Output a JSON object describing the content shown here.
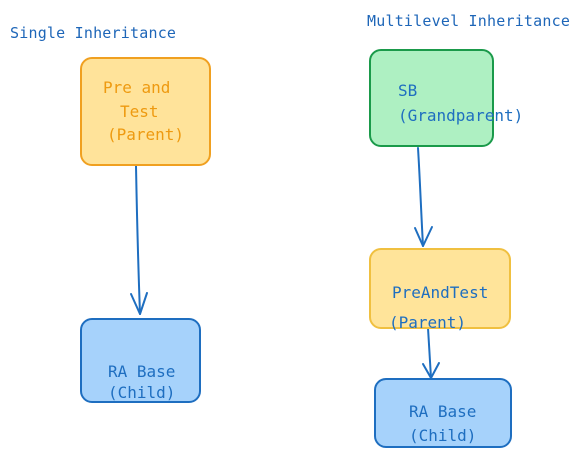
{
  "titles": {
    "single": "Single Inheritance",
    "multi": "Multilevel Inheritance"
  },
  "single": {
    "parent": {
      "line1": "Pre and",
      "line2": "Test",
      "line3": "(Parent)"
    },
    "child": {
      "line1": "RA Base",
      "line2": "(Child)"
    }
  },
  "multi": {
    "grandparent": {
      "line1": "SB",
      "line2": "(Grandparent)"
    },
    "parent": {
      "line1": "PreAndTest",
      "line2": "(Parent)"
    },
    "child": {
      "line1": "RA Base",
      "line2": "(Child)"
    }
  },
  "colors": {
    "title_text": "#1e66b8",
    "arrow": "#1e6ec0",
    "orange_fill": "#ffe39a",
    "orange_stroke": "#f0a020",
    "green_fill": "#aef0c2",
    "green_stroke": "#1a9a4a",
    "yellow_fill": "#ffe49a",
    "blue_fill": "#a6d2fb",
    "blue_stroke": "#1e6ec0"
  }
}
